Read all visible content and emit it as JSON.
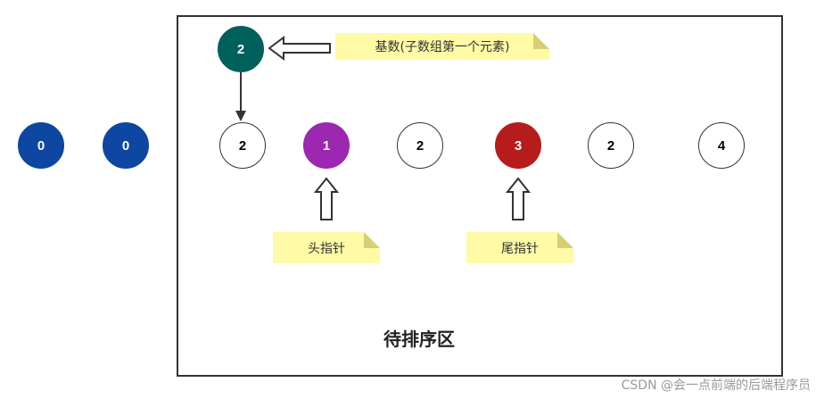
{
  "outside_nodes": [
    {
      "value": "0",
      "color": "#0d47a1"
    },
    {
      "value": "0",
      "color": "#0d47a1"
    }
  ],
  "pivot": {
    "value": "2",
    "color": "#00605c",
    "note": "基数(子数组第一个元素)"
  },
  "nodes": [
    {
      "value": "2",
      "fill": "#ffffff",
      "text": "#000000"
    },
    {
      "value": "1",
      "fill": "#9c27b0",
      "text": "#ffffff"
    },
    {
      "value": "2",
      "fill": "#ffffff",
      "text": "#000000"
    },
    {
      "value": "3",
      "fill": "#b71c1c",
      "text": "#ffffff"
    },
    {
      "value": "2",
      "fill": "#ffffff",
      "text": "#000000"
    },
    {
      "value": "4",
      "fill": "#ffffff",
      "text": "#000000"
    }
  ],
  "head_pointer": {
    "label": "头指针"
  },
  "tail_pointer": {
    "label": "尾指针"
  },
  "region_label": "待排序区",
  "watermark": "CSDN @会一点前端的后端程序员"
}
